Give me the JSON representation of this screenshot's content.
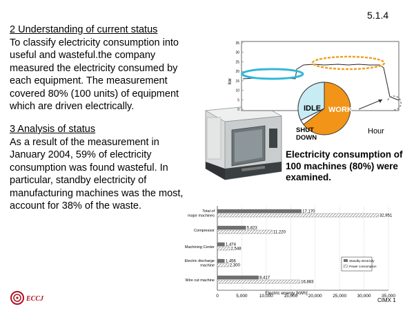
{
  "slide_number": "5.1.4",
  "section2": {
    "heading": "2 Understanding of current status",
    "body": "To classify electricity consumption into useful and wasteful.the company measured the electricity consumed by each equipment. The measurement covered 80% (100 units) of equipment which are driven electrically."
  },
  "section3": {
    "heading": "3 Analysis of status",
    "body": "As a result of the measurement in January 2004, 59% of electricity consumption was found wasteful. In particular, standby electricity of manufacturing machines was the most, account for 38% of the waste."
  },
  "trend_chart": {
    "ylabel": "kw",
    "yticks": [
      "35",
      "30",
      "25",
      "20",
      "15",
      "10",
      "5",
      "0"
    ],
    "xlabel": "Hour",
    "pie_labels": {
      "idle": "IDLE",
      "work": "WORK",
      "shutdown": "SHUT DOWN"
    }
  },
  "caption": "Electricity consumption of 100 machines (80%) were examined.",
  "chart_data": {
    "type": "bar",
    "orientation": "horizontal",
    "categories": [
      "Total of major machines",
      "Compressor",
      "Machining Center",
      "Electric discharge machine",
      "Wire cut machine"
    ],
    "series": [
      {
        "name": "Standby electricity",
        "values": [
          17170,
          5823,
          1474,
          1456,
          8417
        ]
      },
      {
        "name": "Power consumption",
        "values": [
          32951,
          11220,
          2548,
          2300,
          16883
        ]
      }
    ],
    "xlabel": "Electric energy [kWh]",
    "xlim": [
      0,
      35000
    ],
    "xticks": [
      "0",
      "5,000",
      "10,000",
      "15,000",
      "20,000",
      "25,000",
      "30,000",
      "35,000"
    ],
    "value_labels": [
      [
        "17,170",
        "32,951"
      ],
      [
        "5,823",
        "11,220"
      ],
      [
        "1,474",
        "2,548"
      ],
      [
        "1,456",
        "2,300"
      ],
      [
        "8,417",
        "16,883"
      ]
    ],
    "legend_position": "right",
    "colors": {
      "standby": "#707070",
      "power_hatch": "#555555"
    }
  },
  "footer": {
    "logo": "ECCJ",
    "code": "CIMX 1"
  },
  "colors": {
    "idle_slice": "#c8ecf4",
    "work_slice": "#f29418",
    "highlight_cyan": "#2fb8d8",
    "highlight_orange": "#f0a020",
    "logo_red": "#b01020"
  }
}
